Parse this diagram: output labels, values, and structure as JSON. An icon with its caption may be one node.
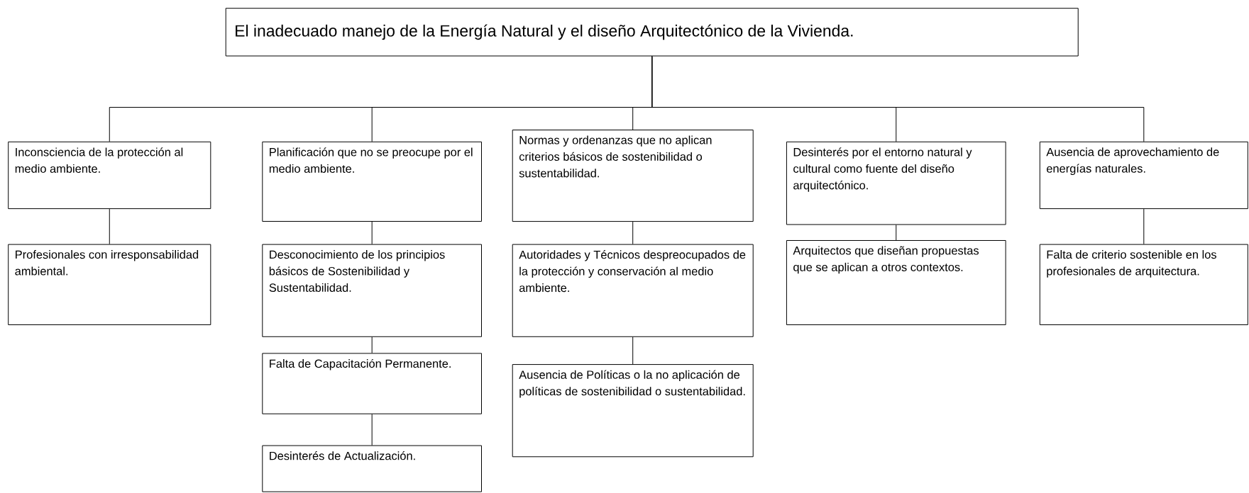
{
  "diagram": {
    "nodes": [
      {
        "text": [
          "El inadecuado manejo de la Energía Natural  y el  diseño Arquitectónico de la Vivienda."
        ]
      },
      {
        "text": [
          "Inconsciencia de la protección al medio ambiente."
        ]
      },
      {
        "text": [
          "Planificación que no se preocupe por el medio ambiente."
        ]
      },
      {
        "text": [
          "Normas y ordenanzas que no aplican criterios básicos de sostenibilidad o sustentabilidad."
        ]
      },
      {
        "text": [
          "Desinterés por el entorno natural y cultural como fuente del diseño arquitectónico."
        ]
      },
      {
        "text": [
          "Ausencia de aprovechamiento de energías naturales."
        ]
      },
      {
        "text": [
          "Profesionales con irresponsabilidad ambiental."
        ]
      },
      {
        "text": [
          "Desconocimiento de los principios básicos de Sostenibilidad y Sustentabilidad."
        ]
      },
      {
        "text": [
          "Autoridades y Técnicos despreocupados de la protección y conservación al medio ambiente."
        ]
      },
      {
        "text": [
          "Arquitectos que diseñan propuestas  que se aplican a otros contextos."
        ]
      },
      {
        "text": [
          "Falta de criterio sostenible en los profesionales de arquitectura."
        ]
      },
      {
        "text": [
          "Falta de Capacitación Permanente."
        ]
      },
      {
        "text": [
          "Desinterés de Actualización."
        ]
      },
      {
        "text": [
          "Ausencia de Políticas  o la no aplicación de políticas de sostenibilidad o sustentabilidad."
        ]
      }
    ],
    "edges": [
      {
        "from": 0,
        "to": 1,
        "arrow": "none"
      },
      {
        "from": 0,
        "to": 2,
        "arrow": "none"
      },
      {
        "from": 0,
        "to": 3,
        "arrow": "none"
      },
      {
        "from": 0,
        "to": 4,
        "arrow": "none"
      },
      {
        "from": 0,
        "to": 5,
        "arrow": "none"
      },
      {
        "from": 1,
        "to": 6,
        "arrow": "none"
      },
      {
        "from": 2,
        "to": 7,
        "arrow": "none"
      },
      {
        "from": 7,
        "to": 11,
        "arrow": "none"
      },
      {
        "from": 11,
        "to": 12,
        "arrow": "none"
      },
      {
        "from": 3,
        "to": 8,
        "arrow": "none"
      },
      {
        "from": 8,
        "to": 13,
        "arrow": "none"
      },
      {
        "from": 4,
        "to": 9,
        "arrow": "none"
      },
      {
        "from": 5,
        "to": 10,
        "arrow": "none"
      }
    ]
  }
}
